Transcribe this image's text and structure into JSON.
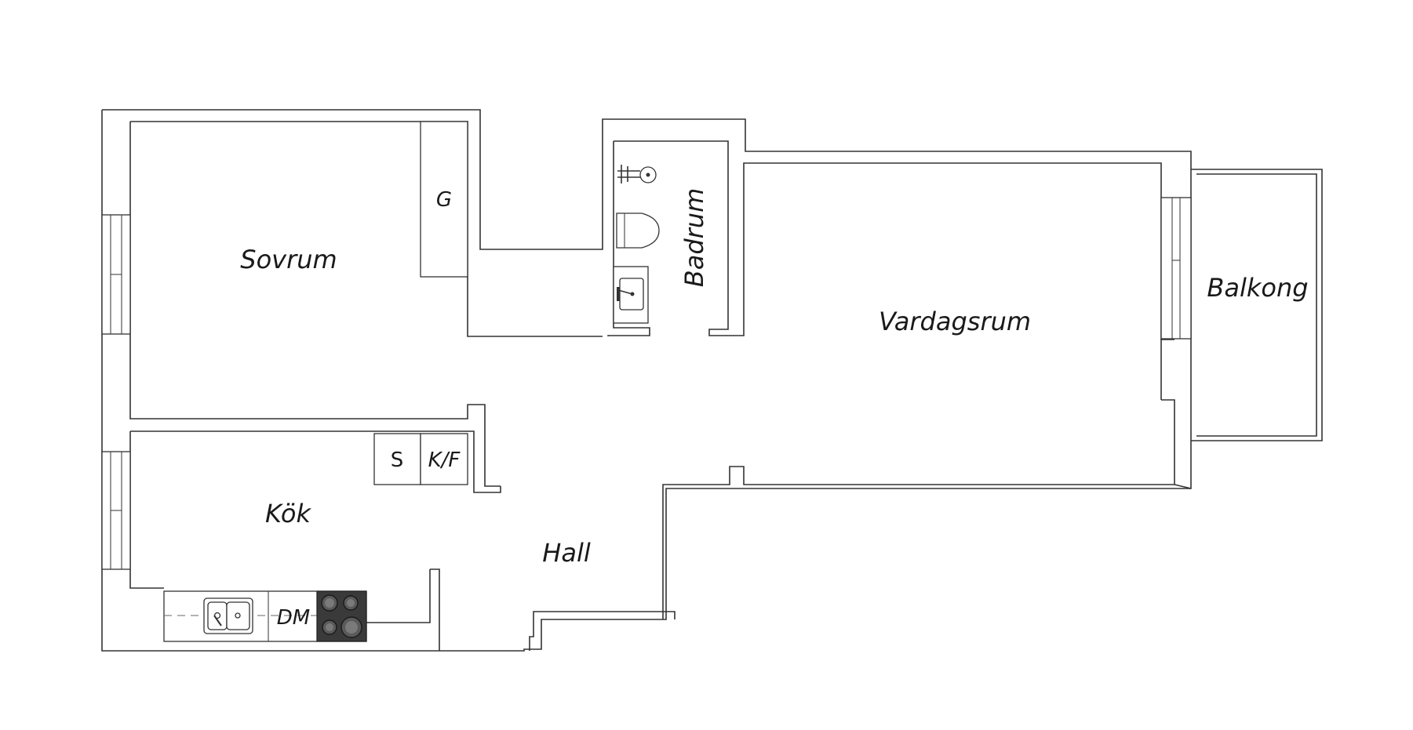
{
  "plan": {
    "rooms": {
      "sovrum": "Sovrum",
      "badrum": "Badrum",
      "vardagsrum": "Vardagsrum",
      "balkong": "Balkong",
      "kok": "Kök",
      "hall": "Hall"
    },
    "fixtures": {
      "garderob": "G",
      "skap": "S",
      "kyl_frys": "K/F",
      "diskmaskin": "DM"
    },
    "colors": {
      "wall": "#333333",
      "stove": "#3a3a3a",
      "label": "#1a1a1a"
    }
  }
}
